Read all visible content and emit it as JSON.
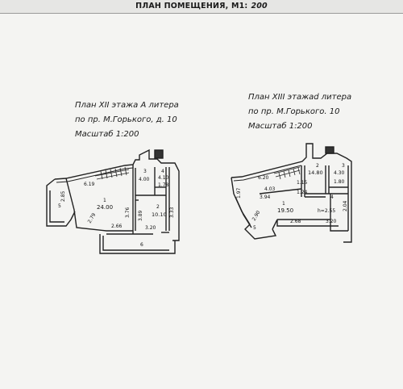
{
  "header": {
    "title": "ПЛАН ПОМЕЩЕНИЯ, М1:",
    "scale": "200"
  },
  "plan_left": {
    "line1": "План XII этажа А литера",
    "line2": "по пр. М.Горького, д. 10",
    "line3": "Масштаб 1:200",
    "rooms": [
      {
        "num": "1",
        "area": "24.00"
      },
      {
        "num": "2",
        "area": "10.10"
      },
      {
        "num": "3",
        "area": "4.00"
      },
      {
        "num": "4",
        "area": "4.10"
      },
      {
        "num": "",
        "area": "1.78"
      },
      {
        "num": "5",
        "area": ""
      },
      {
        "num": "6",
        "area": ""
      }
    ],
    "dims": [
      "6.19",
      "2.85",
      "2.79",
      "2.66",
      "3.76",
      "3.89",
      "3.33",
      "3.20"
    ]
  },
  "plan_right": {
    "line1": "План XIII этажаd литера",
    "line2": "по пр. М.Горького. 10",
    "line3": "Масштаб 1:200",
    "rooms": [
      {
        "num": "1",
        "area": "19.50"
      },
      {
        "num": "2",
        "area": "14.80"
      },
      {
        "num": "3",
        "area": "4.30"
      },
      {
        "num": "",
        "area": "1.80"
      },
      {
        "num": "4",
        "area": ""
      },
      {
        "num": "5",
        "area": ""
      }
    ],
    "dims": [
      "6.20",
      "4.03",
      "3.94",
      "1.15",
      "1.24",
      "1.97",
      "2.90",
      "2.68",
      "3.20",
      "2.04",
      "h=2.55"
    ]
  }
}
